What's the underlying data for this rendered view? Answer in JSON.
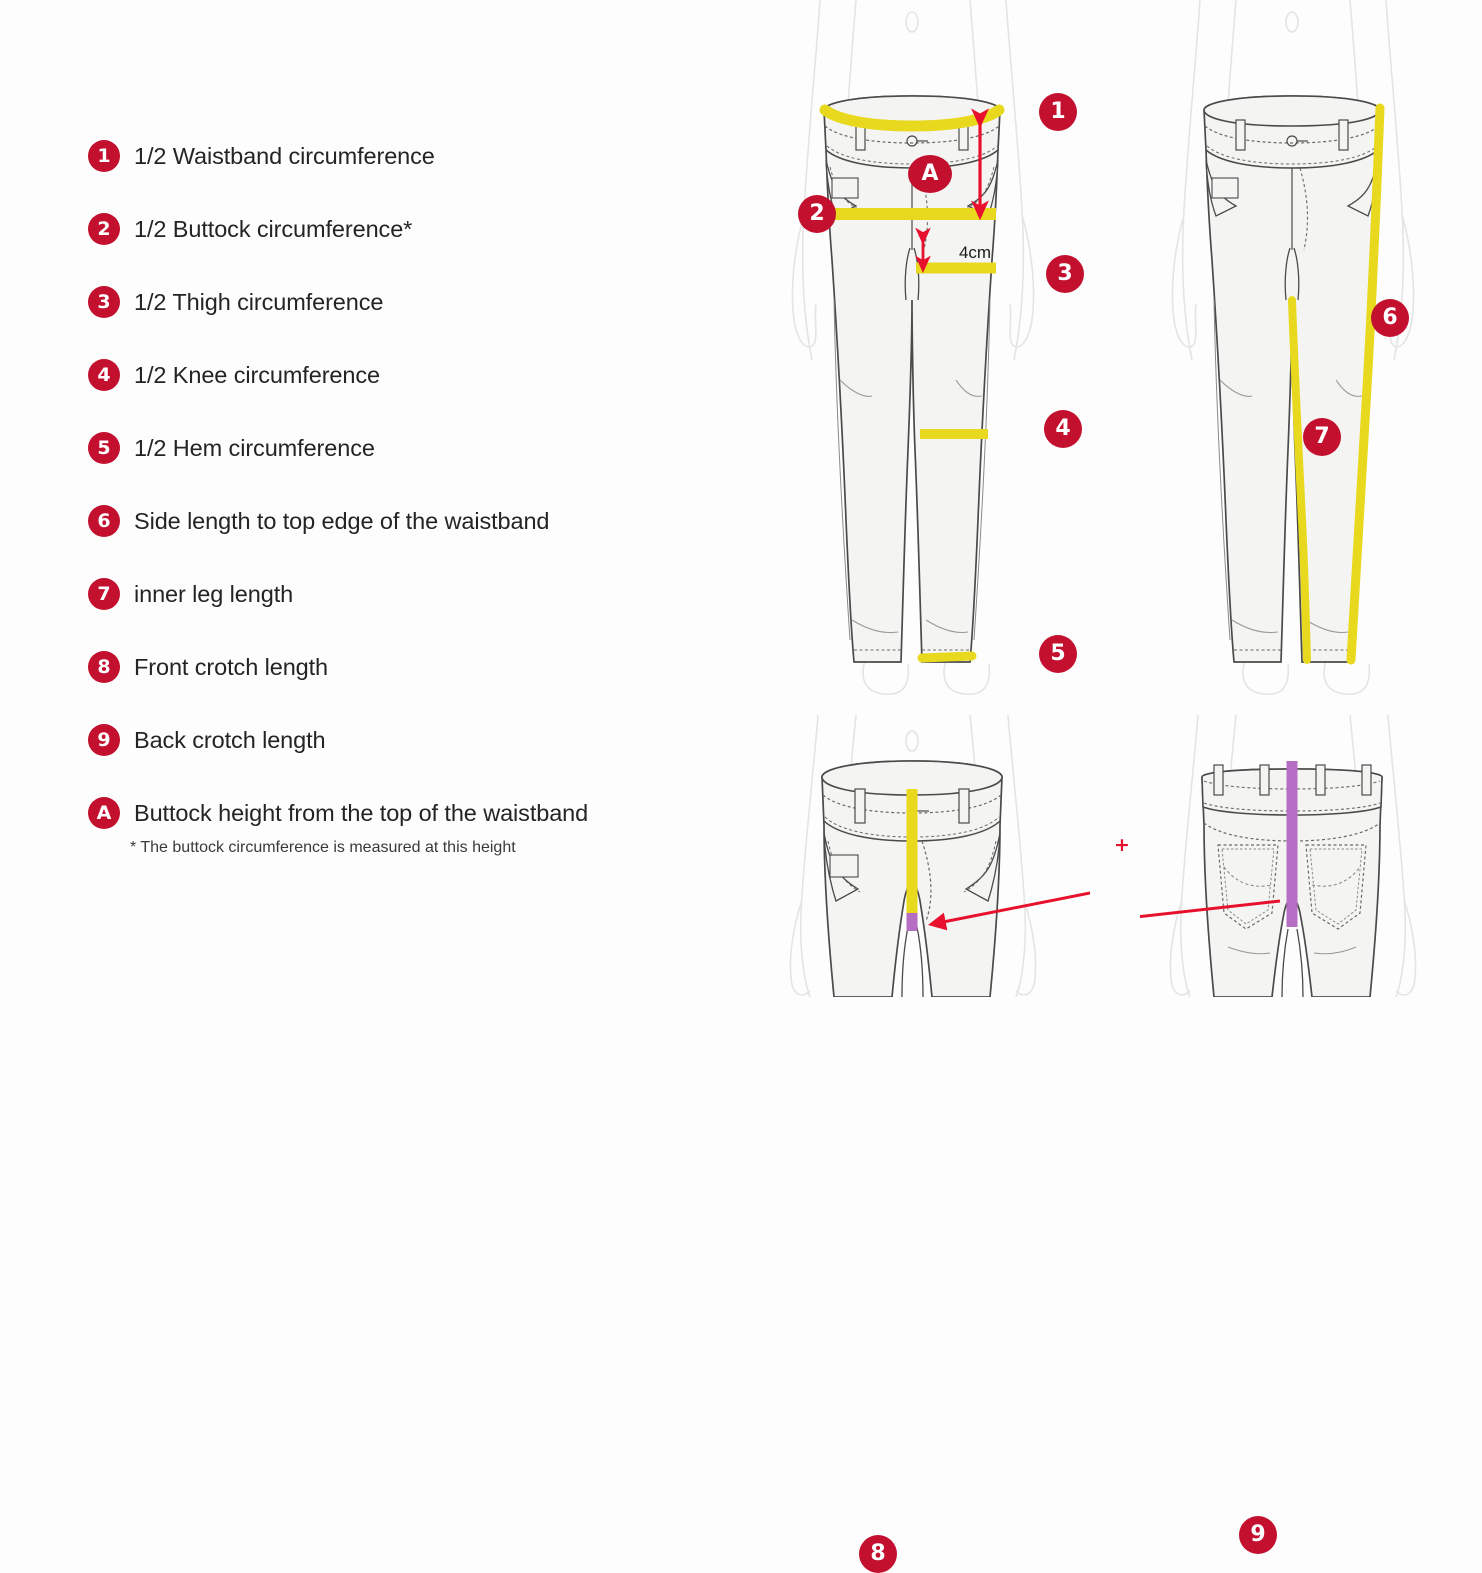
{
  "legend": {
    "items": [
      {
        "badge": "1",
        "label": "1/2 Waistband circumference"
      },
      {
        "badge": "2",
        "label": "1/2 Buttock circumference*"
      },
      {
        "badge": "3",
        "label": "1/2 Thigh circumference"
      },
      {
        "badge": "4",
        "label": "1/2 Knee circumference"
      },
      {
        "badge": "5",
        "label": "1/2 Hem circumference"
      },
      {
        "badge": "6",
        "label": "Side length to top edge of the waistband"
      },
      {
        "badge": "7",
        "label": "inner leg length"
      },
      {
        "badge": "8",
        "label": "Front crotch length"
      },
      {
        "badge": "9",
        "label": "Back crotch length"
      },
      {
        "badge": "A",
        "label": "Buttock height from the top of the waistband"
      }
    ],
    "footnote": "* The buttock circumference is measured at this height"
  },
  "figures": {
    "front_view": {
      "markers": [
        {
          "id": "1",
          "label": "1"
        },
        {
          "id": "2",
          "label": "2"
        },
        {
          "id": "3",
          "label": "3"
        },
        {
          "id": "4",
          "label": "4"
        },
        {
          "id": "5",
          "label": "5"
        },
        {
          "id": "A",
          "label": "A"
        }
      ],
      "annotation": "4cm"
    },
    "side_view": {
      "markers": [
        {
          "id": "6",
          "label": "6"
        },
        {
          "id": "7",
          "label": "7"
        }
      ]
    },
    "front_crotch_view": {
      "markers": [
        {
          "id": "8",
          "label": "8"
        }
      ]
    },
    "back_crotch_view": {
      "markers": [
        {
          "id": "9",
          "label": "9"
        }
      ],
      "plus": "+"
    }
  },
  "colors": {
    "badge_red": "#c2102e",
    "arrow_red": "#e8112d",
    "highlight_yellow": "#e8d91e",
    "highlight_purple": "#b66ec4",
    "denim_fill": "#f4f4f2",
    "outline": "#4a4a4a",
    "body_outline": "#e2e2e2",
    "background": "#fdfdfd",
    "text": "#242424"
  }
}
